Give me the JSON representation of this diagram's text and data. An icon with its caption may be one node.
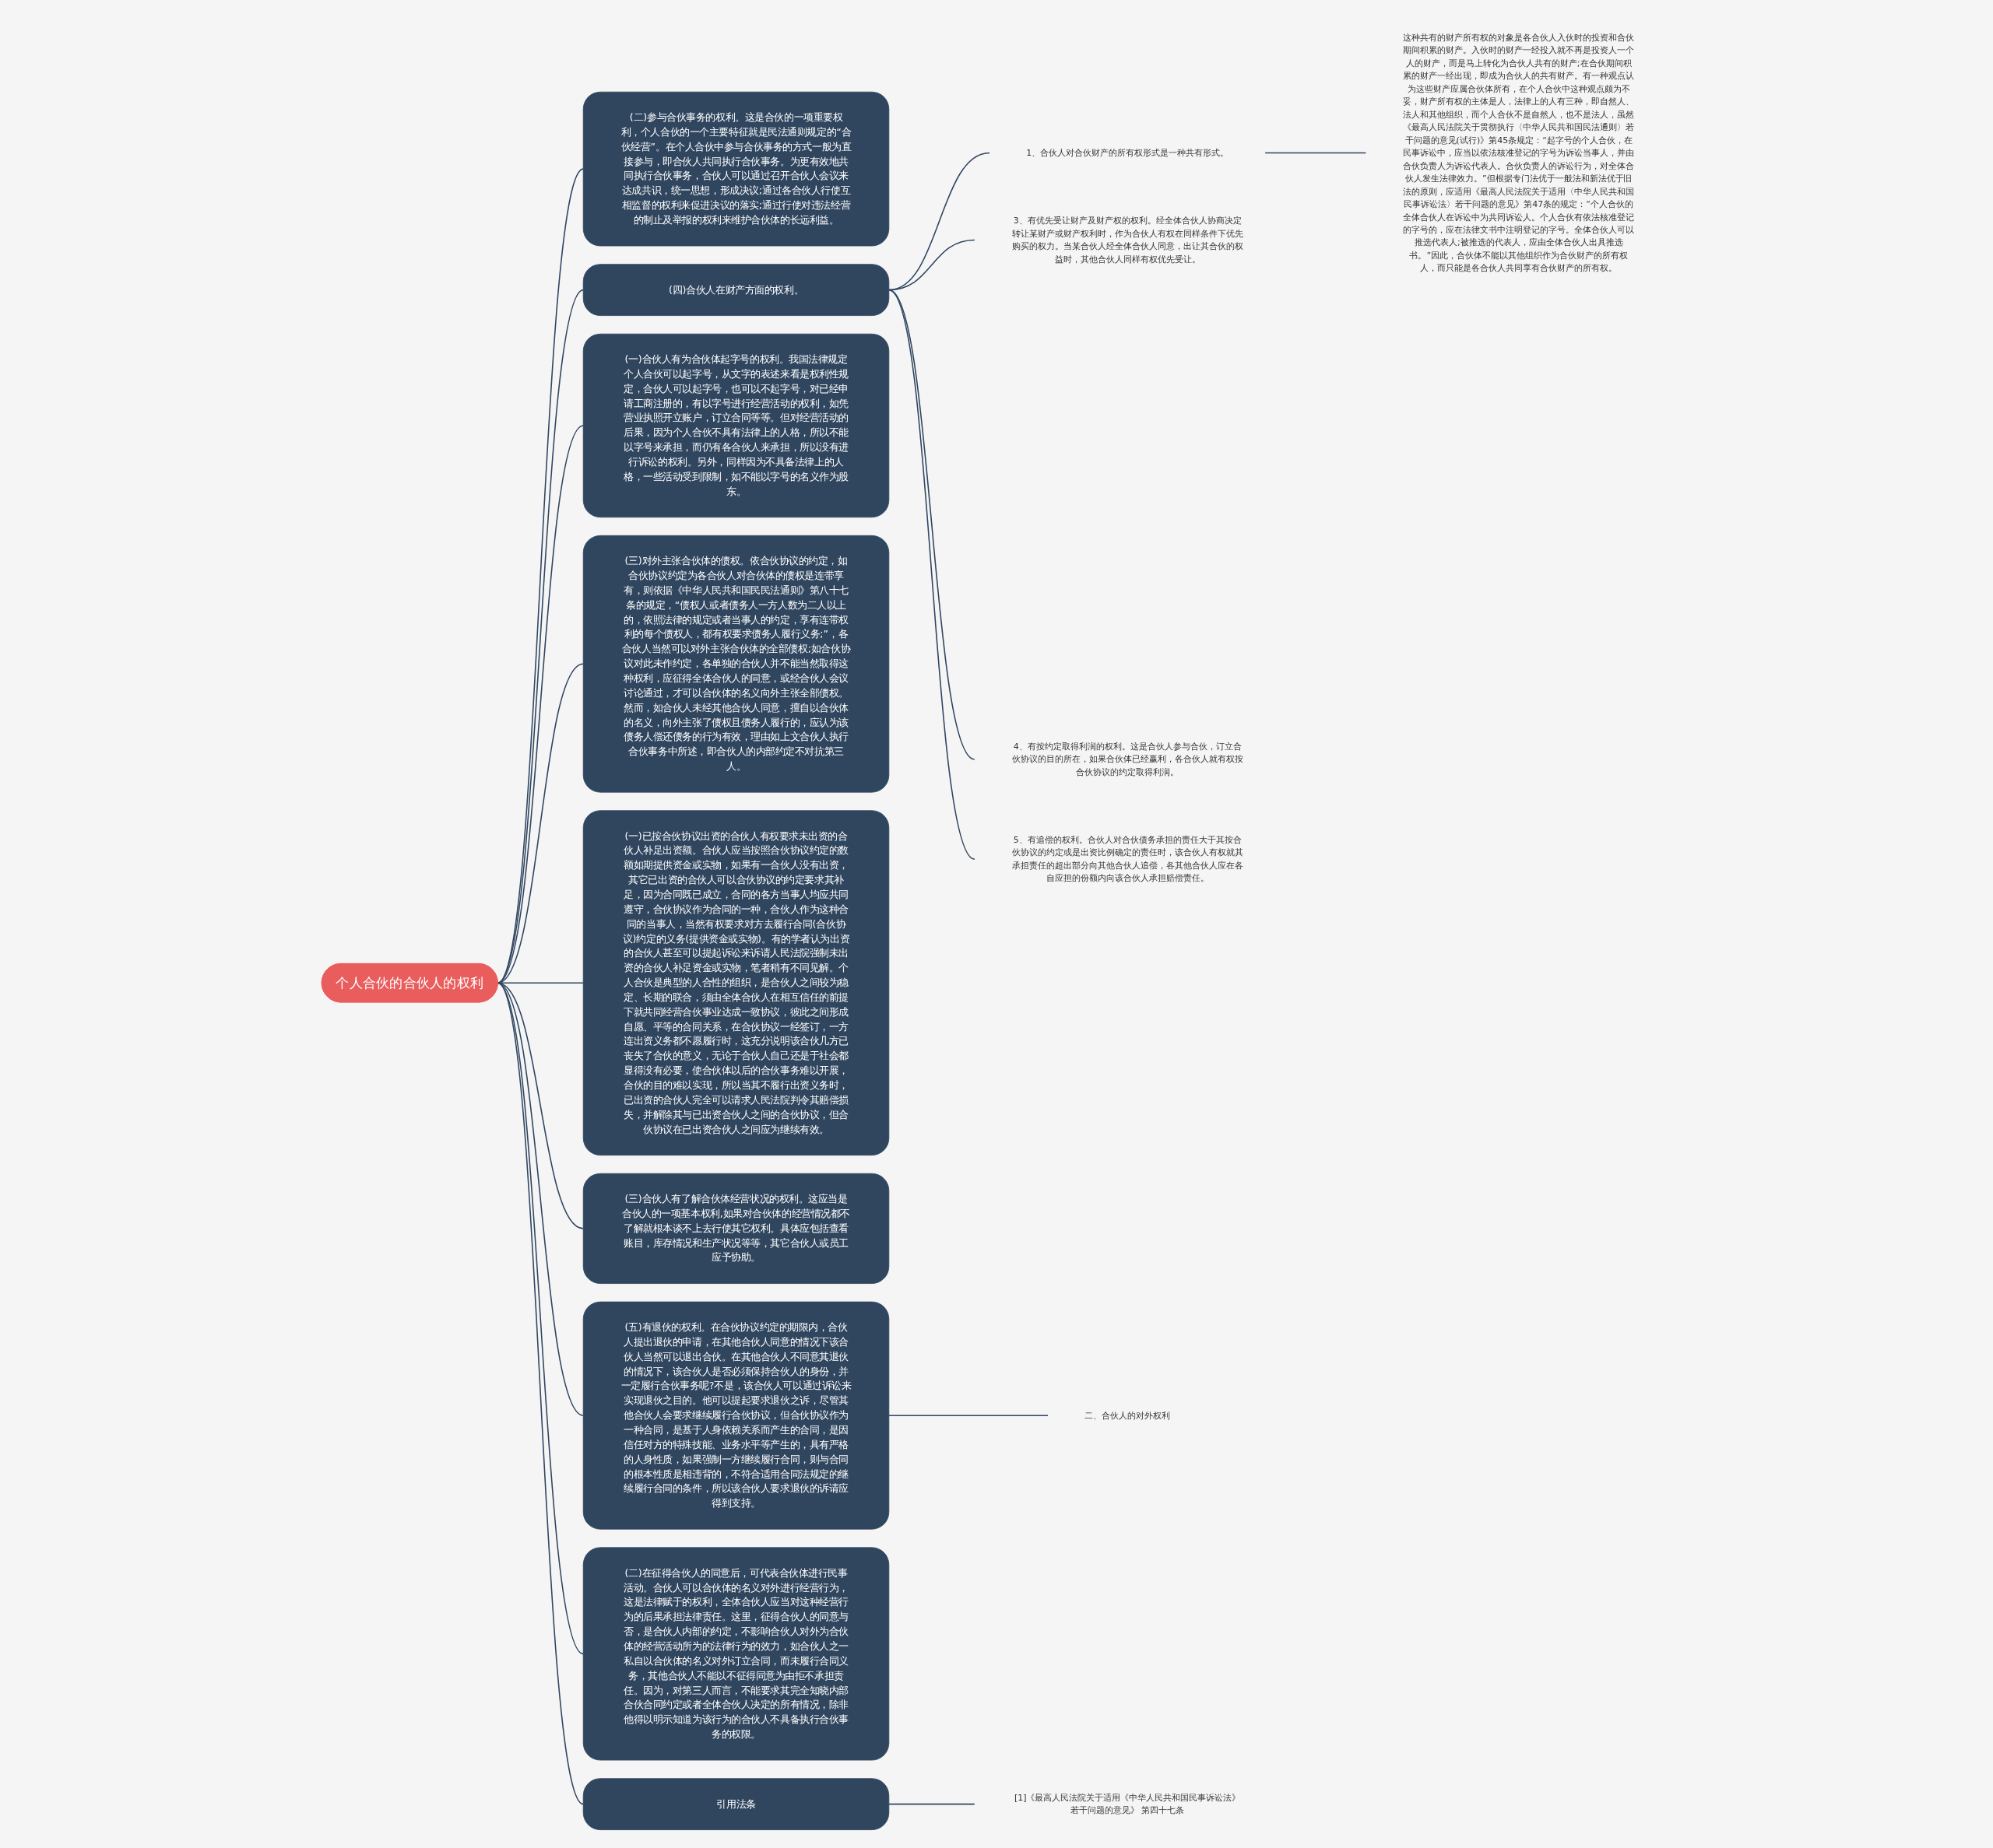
{
  "diagram": {
    "nodes": [
      {
        "text": [
          "个人合伙的合伙人的权利"
        ]
      },
      {
        "text": [
          "(二)参与合伙事务的权利。这是合伙的一项重要权利，个人合伙的一个主要特征就是民法通则规定的“合伙经营”。在个人合伙中参与合伙事务的方式一般为直接参与，即合伙人共同执行合伙事务。为更有效地共同执行合伙事务，合伙人可以通过召开合伙人会议来达成共识，统一思想，形成决议;通过各合伙人行使互相监督的权利来促进决议的落实;通过行使对违法经营的制止及举报的权利来维护合伙体的长远利益。"
        ]
      },
      {
        "text": [
          "(四)合伙人在财产方面的权利。"
        ]
      },
      {
        "text": [
          "1、合伙人对合伙财产的所有权形式是一种共有形式。"
        ]
      },
      {
        "text": [
          "这种共有的财产所有权的对象是各合伙人入伙时的投资和合伙期间积累的财产。入伙时的财产一经投入就不再是投资人一个人的财产，而是马上转化为合伙人共有的财产;在合伙期间积累的财产一经出现，即成为合伙人的共有财产。有一种观点认为这些财产应属合伙体所有，在个人合伙中这种观点颇为不妥，财产所有权的主体是人，法律上的人有三种，即自然人、法人和其他组织，而个人合伙不是自然人，也不是法人，虽然《最高人民法院关于贯彻执行〈中华人民共和国民法通则〉若干问题的意见(试行)》第45条规定：“起字号的个人合伙，在民事诉讼中，应当以依法核准登记的字号为诉讼当事人，并由合伙负责人为诉讼代表人。合伙负责人的诉讼行为，对全体合伙人发生法律效力。”但根据专门法优于一般法和新法优于旧法的原则，应适用《最高人民法院关于适用〈中华人民共和国民事诉讼法〉若干问题的意见》第47条的规定：“个人合伙的全体合伙人在诉讼中为共同诉讼人。个人合伙有依法核准登记的字号的，应在法律文书中注明登记的字号。全体合伙人可以推选代表人;被推选的代表人，应由全体合伙人出具推选书。”因此，合伙体不能以其他组织作为合伙财产的所有权人，而只能是各合伙人共同享有合伙财产的所有权。"
        ]
      },
      {
        "text": [
          "3、有优先受让财产及财产权的权利。经全体合伙人协商决定转让某财产或财产权利时，作为合伙人有权在同样条件下优先购买的权力。当某合伙人经全体合伙人同意，出让其合伙的权益时，其他合伙人同样有权优先受让。"
        ]
      },
      {
        "text": [
          "4、有按约定取得利润的权利。这是合伙人参与合伙，订立合伙协议的目的所在，如果合伙体已经赢利，各合伙人就有权按合伙协议的约定取得利润。"
        ]
      },
      {
        "text": [
          "5、有追偿的权利。合伙人对合伙债务承担的责任大于其按合伙协议的约定或是出资比例确定的责任时，该合伙人有权就其承担责任的超出部分向其他合伙人追偿，各其他合伙人应在各自应担的份额内向该合伙人承担赔偿责任。"
        ]
      },
      {
        "text": [
          "(一)合伙人有为合伙体起字号的权利。我国法律规定个人合伙可以起字号，从文字的表述来看是权利性规定，合伙人可以起字号，也可以不起字号，对已经申请工商注册的，有以字号进行经营活动的权利，如凭营业执照开立账户，订立合同等等。但对经营活动的后果，因为个人合伙不具有法律上的人格，所以不能以字号来承担，而仍有各合伙人来承担，所以没有进行诉讼的权利。另外，同样因为不具备法律上的人格，一些活动受到限制，如不能以字号的名义作为股东。"
        ]
      },
      {
        "text": [
          "(三)对外主张合伙体的债权。依合伙协议的约定，如合伙协议约定为各合伙人对合伙体的债权是连带享有，则依据《中华人民共和国民民法通则》第八十七条的规定，“债权人或者债务人一方人数为二人以上的，依照法律的规定或者当事人的约定，享有连带权利的每个债权人，都有权要求债务人履行义务;”，各合伙人当然可以对外主张合伙体的全部债权;如合伙协议对此未作约定，各单独的合伙人并不能当然取得这种权利，应征得全体合伙人的同意，或经合伙人会议讨论通过，才可以合伙体的名义向外主张全部债权。然而，如合伙人未经其他合伙人同意，擅自以合伙体的名义，向外主张了债权且债务人履行的，应认为该债务人偿还债务的行为有效，理由如上文合伙人执行合伙事务中所述，即合伙人的内部约定不对抗第三人。"
        ]
      },
      {
        "text": [
          "(一)已按合伙协议出资的合伙人有权要求未出资的合伙人补足出资额。合伙人应当按照合伙协议约定的数额如期提供资金或实物，如果有一合伙人没有出资，其它已出资的合伙人可以合伙协议的约定要求其补足，因为合同既已成立，合同的各方当事人均应共同遵守，合伙协议作为合同的一种，合伙人作为这种合同的当事人，当然有权要求对方去履行合同(合伙协议)约定的义务(提供资金或实物)。有的学者认为出资的合伙人甚至可以提起诉讼来诉请人民法院强制未出资的合伙人补足资金或实物，笔者稍有不同见解。个人合伙是典型的人合性的组织，是合伙人之间较为稳定、长期的联合，须由全体合伙人在相互信任的前提下就共同经营合伙事业达成一致协议，彼此之间形成自愿、平等的合同关系，在合伙协议一经签订，一方连出资义务都不愿履行时，这充分说明该合伙几方已丧失了合伙的意义，无论于合伙人自己还是于社会都显得没有必要，使合伙体以后的合伙事务难以开展，合伙的目的难以实现，所以当其不履行出资义务时，已出资的合伙人完全可以请求人民法院判令其赔偿损失，并解除其与已出资合伙人之间的合伙协议，但合伙协议在已出资合伙人之间应为继续有效。"
        ]
      },
      {
        "text": [
          "(三)合伙人有了解合伙体经营状况的权利。这应当是合伙人的一项基本权利,如果对合伙体的经营情况都不了解就根本谈不上去行使其它权利。具体应包括查看账目，库存情况和生产状况等等，其它合伙人或员工应予协助。"
        ]
      },
      {
        "text": [
          "(五)有退伙的权利。在合伙协议约定的期限内，合伙人提出退伙的申请，在其他合伙人同意的情况下该合伙人当然可以退出合伙。在其他合伙人不同意其退伙的情况下，该合伙人是否必须保持合伙人的身份，并一定履行合伙事务呢?不是，该合伙人可以通过诉讼来实现退伙之目的。他可以提起要求退伙之诉，尽管其他合伙人会要求继续履行合伙协议，但合伙协议作为一种合同，是基于人身依赖关系而产生的合同，是因信任对方的特殊技能、业务水平等产生的，具有严格的人身性质，如果强制一方继续履行合同，则与合同的根本性质是相违背的，不符合适用合同法规定的继续履行合同的条件，所以该合伙人要求退伙的诉请应得到支持。"
        ]
      },
      {
        "text": [
          "二、合伙人的对外权利"
        ]
      },
      {
        "text": [
          "(二)在征得合伙人的同意后，可代表合伙体进行民事活动。合伙人可以合伙体的名义对外进行经营行为，这是法律赋于的权利，全体合伙人应当对这种经营行为的后果承担法律责任。这里，征得合伙人的同意与否，是合伙人内部的约定，不影响合伙人对外为合伙体的经营活动所为的法律行为的效力，如合伙人之一私自以合伙体的名义对外订立合同，而未履行合同义务，其他合伙人不能以不征得同意为由拒不承担责任。因为，对第三人而言，不能要求其完全知晓内部合伙合同约定或者全体合伙人决定的所有情况，除非他得以明示知道为该行为的合伙人不具备执行合伙事务的权限。"
        ]
      },
      {
        "text": [
          "引用法条"
        ]
      },
      {
        "text": [
          "[1]《最高人民法院关于适用《中华人民共和国民事诉讼法》若干问题的意见》 第四十七条"
        ]
      }
    ],
    "edges": [
      {
        "from": 0,
        "to": 1,
        "arrow": "none"
      },
      {
        "from": 0,
        "to": 2,
        "arrow": "none"
      },
      {
        "from": 2,
        "to": 3,
        "arrow": "none"
      },
      {
        "from": 3,
        "to": 4,
        "arrow": "none"
      },
      {
        "from": 2,
        "to": 5,
        "arrow": "none"
      },
      {
        "from": 2,
        "to": 6,
        "arrow": "none"
      },
      {
        "from": 2,
        "to": 7,
        "arrow": "none"
      },
      {
        "from": 0,
        "to": 8,
        "arrow": "none"
      },
      {
        "from": 0,
        "to": 9,
        "arrow": "none"
      },
      {
        "from": 0,
        "to": 10,
        "arrow": "none"
      },
      {
        "from": 0,
        "to": 11,
        "arrow": "none"
      },
      {
        "from": 0,
        "to": 12,
        "arrow": "none"
      },
      {
        "from": 12,
        "to": 13,
        "arrow": "none"
      },
      {
        "from": 0,
        "to": 14,
        "arrow": "none"
      },
      {
        "from": 0,
        "to": 15,
        "arrow": "none"
      },
      {
        "from": 15,
        "to": 16,
        "arrow": "none"
      }
    ]
  }
}
